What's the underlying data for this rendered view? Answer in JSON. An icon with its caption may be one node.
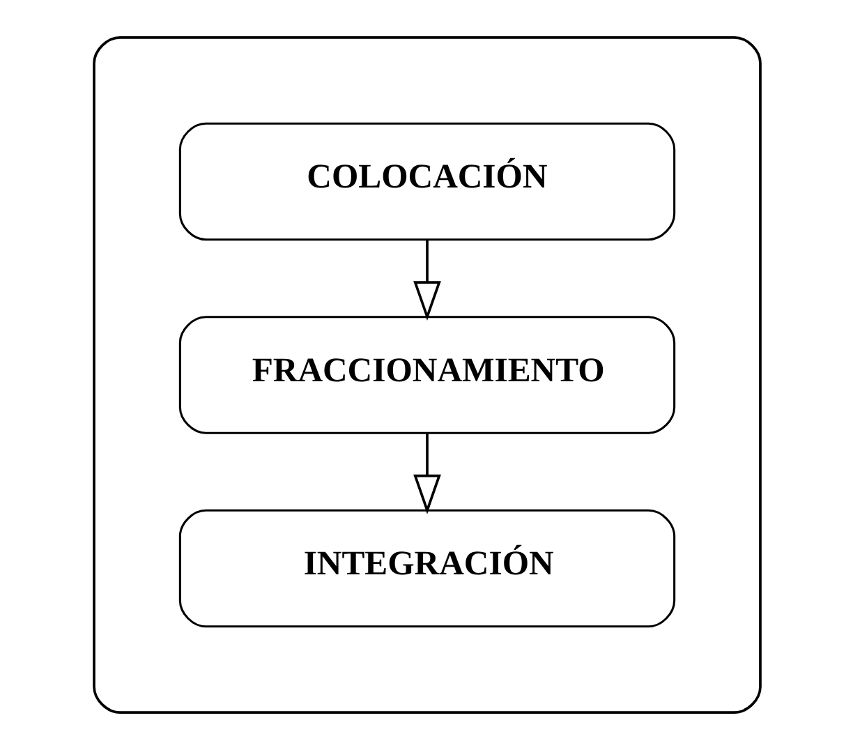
{
  "diagram": {
    "nodes": [
      {
        "text": [],
        "shape": "box"
      },
      {
        "text": [
          "COLOCACIÓN"
        ],
        "in": 0
      },
      {
        "text": [
          "FRACCIONAMIENTO"
        ],
        "in": 0
      },
      {
        "text": [
          "INTEGRACIÓN"
        ],
        "in": 0
      }
    ],
    "edges": [
      {
        "from": 1,
        "to": 2,
        "arrow": "to"
      },
      {
        "from": 2,
        "to": 3,
        "arrow": "to"
      }
    ]
  }
}
